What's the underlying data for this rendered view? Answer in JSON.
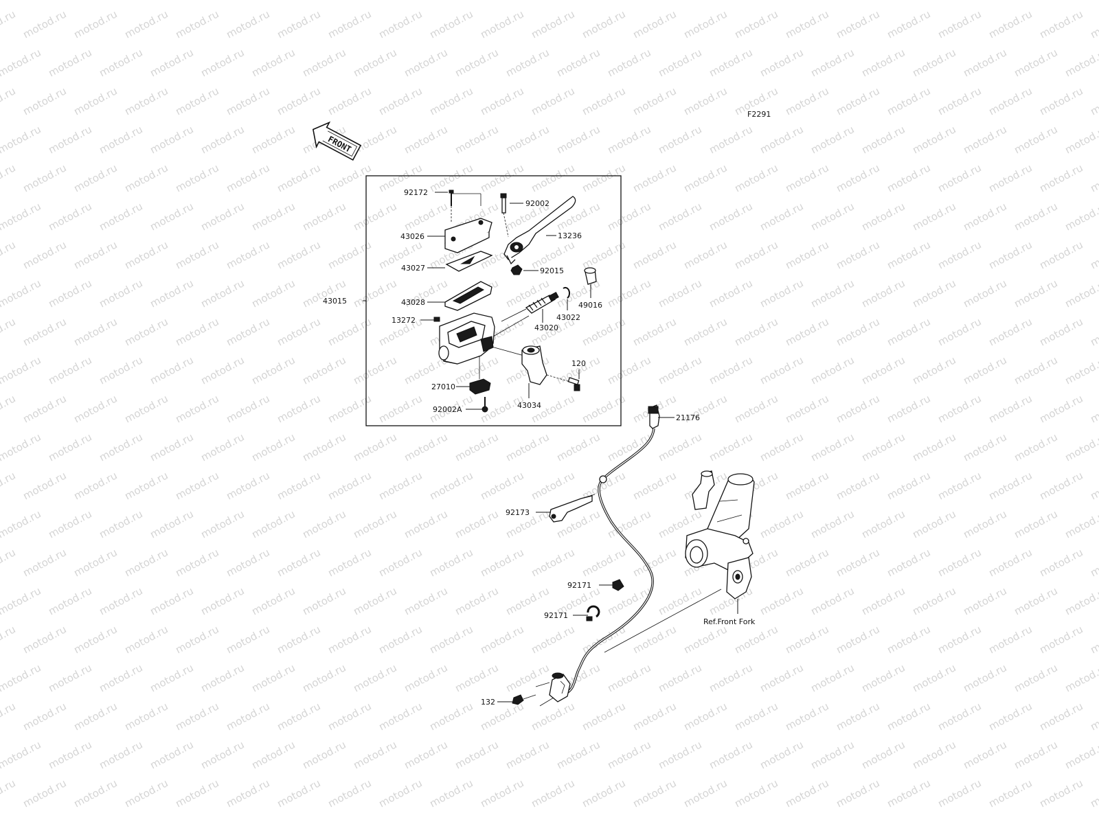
{
  "figure_code": "F2291",
  "watermark": "motod.ru",
  "front_arrow_label": "FRONT",
  "reference_label": "Ref.Front Fork",
  "assembly_label": "43015",
  "parts": [
    {
      "id": "92172",
      "name": "p-92172"
    },
    {
      "id": "92002",
      "name": "p-92002"
    },
    {
      "id": "43026",
      "name": "p-43026"
    },
    {
      "id": "13236",
      "name": "p-13236"
    },
    {
      "id": "43027",
      "name": "p-43027"
    },
    {
      "id": "92015",
      "name": "p-92015"
    },
    {
      "id": "49016",
      "name": "p-49016"
    },
    {
      "id": "43028",
      "name": "p-43028"
    },
    {
      "id": "43022",
      "name": "p-43022"
    },
    {
      "id": "13272",
      "name": "p-13272"
    },
    {
      "id": "43020",
      "name": "p-43020"
    },
    {
      "id": "120",
      "name": "p-120"
    },
    {
      "id": "27010",
      "name": "p-27010"
    },
    {
      "id": "43034",
      "name": "p-43034"
    },
    {
      "id": "92002A",
      "name": "p-92002a"
    },
    {
      "id": "21176",
      "name": "p-21176"
    },
    {
      "id": "92173",
      "name": "p-92173"
    },
    {
      "id": "92171",
      "name": "p-92171-upper"
    },
    {
      "id": "92171",
      "name": "p-92171-lower"
    },
    {
      "id": "132",
      "name": "p-132"
    }
  ]
}
